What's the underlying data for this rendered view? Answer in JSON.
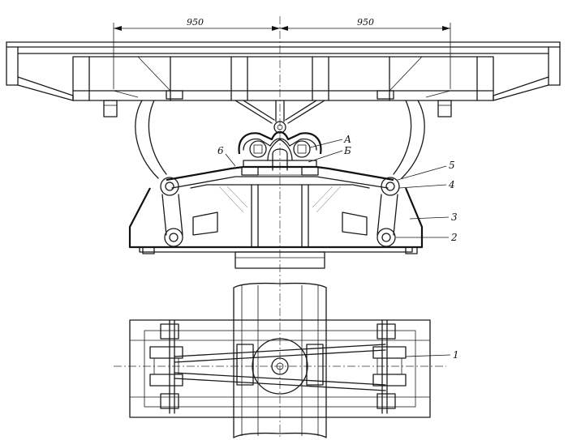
{
  "dimensions": {
    "left": "950",
    "right": "950"
  },
  "callouts": {
    "A": "А",
    "B": "Б",
    "six": "6",
    "five": "5",
    "four": "4",
    "three": "3",
    "two": "2",
    "one": "1"
  }
}
